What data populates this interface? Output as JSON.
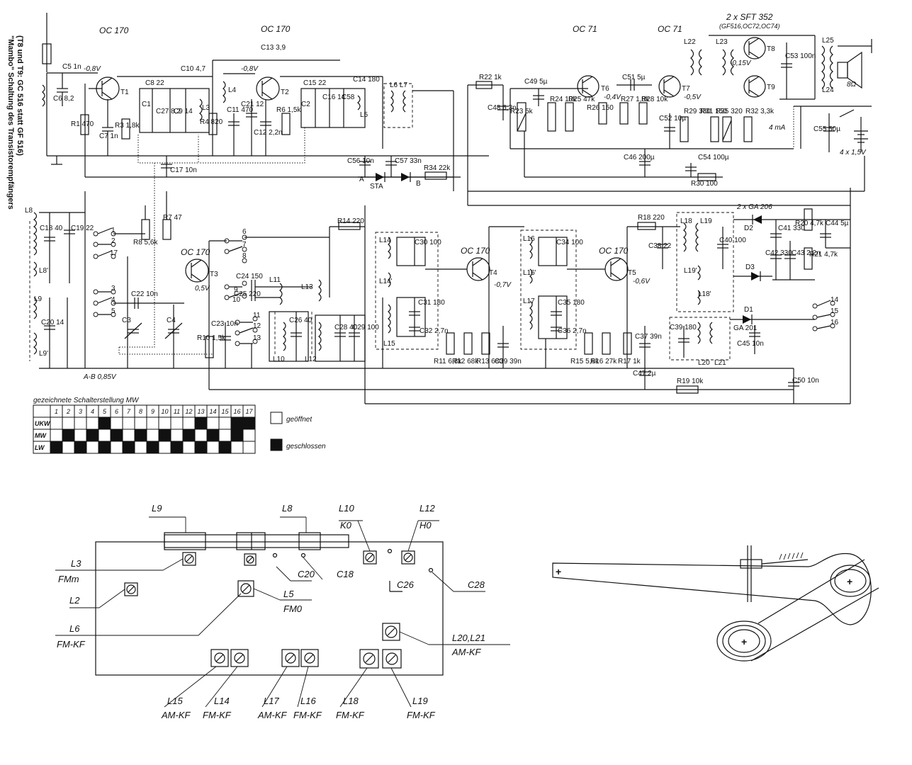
{
  "side_title": {
    "line1": "\"Mambo\" Schaltung des Transistorempfängers",
    "line2": "(T8 und T9: GC 516 statt GF 516)"
  },
  "schematic": {
    "transistor_types": {
      "t1": "OC 170",
      "t2": "OC 170",
      "t3": "OC 170",
      "t4": "OC 170",
      "t5": "OC 170",
      "t6": "OC 71",
      "t7": "OC 71",
      "output": "2 x SFT 352",
      "output_alt": "(GF516,OC72,OC74)"
    },
    "transistors": [
      "T1",
      "T2",
      "T3",
      "T4",
      "T5",
      "T6",
      "T7",
      "T8",
      "T9"
    ],
    "voltages": [
      "-0,8V",
      "-0,8V",
      "-0,4V",
      "-0,5V",
      "-0,15V",
      "0,5V",
      "-0,7V",
      "-0,6V",
      "A-B  0,85V",
      "4 mA"
    ],
    "diodes_label": "2 x GA 206",
    "diode_names": [
      "STA",
      "D1",
      "D2",
      "D3",
      "GA 201"
    ],
    "battery": "4 x 1,5V",
    "speaker": "8Ω",
    "points": [
      "A",
      "B"
    ],
    "components": [
      "C5 1n",
      "C6 8,2",
      "R1 470",
      "C7 1n",
      "R3 1,8k",
      "C8 22",
      "C1",
      "C27 8,2",
      "C9 14",
      "L3",
      "R4 820",
      "C10 4,7",
      "L4",
      "C13 3,9",
      "C11 470",
      "C21 12",
      "C12 2,2n",
      "R6 1,5k",
      "C15 22",
      "C2",
      "C16 14",
      "C58",
      "L5",
      "C14 180",
      "L6 L7",
      "C17 10n",
      "C56 10n",
      "C57 33n",
      "R34 22k",
      "R22 1k",
      "C48 6,3n",
      "C49 5µ",
      "R23 5k",
      "R24 10k",
      "R25 47k",
      "R26 150",
      "C51 5µ",
      "R27 1,8k",
      "R28 10k",
      "C52 10µ",
      "R29 330",
      "R31 150",
      "R35 320",
      "R32 3,3k",
      "C46 200µ",
      "C54 100µ",
      "R30 100",
      "C53 100n",
      "L22",
      "L23",
      "L25",
      "L24",
      "C55 50µ",
      "C18 40",
      "C19 22",
      "L8",
      "L8'",
      "L9",
      "C20 14",
      "L9'",
      "R8 5,6k",
      "R7 47",
      "C22 10n",
      "C3",
      "C4",
      "R10 1,5k",
      "C23 10n",
      "C24 150",
      "C25 220",
      "L11",
      "C26 40",
      "L13",
      "C28 40",
      "C29 100",
      "L10",
      "L12",
      "R14 220",
      "L14",
      "C30 100",
      "L14'",
      "C31 180",
      "C32 2,7n",
      "L15",
      "R11 6,8k",
      "R12 68k",
      "R13 680",
      "C39 39n",
      "L16",
      "C34 100",
      "L16'",
      "L17",
      "C35 180",
      "C36 2,7n",
      "R15 5,6k",
      "R16 27k",
      "R17 1k",
      "C37 39n",
      "C47 2µ",
      "R19 10k",
      "R18 220",
      "C38 22",
      "L18",
      "L19",
      "C40 100",
      "L19'",
      "L18'",
      "C41 330",
      "C42 330",
      "C43 2,2n",
      "R20 4,7k",
      "R21 4,7k",
      "C44 5µ",
      "C45 10n",
      "C39 180",
      "L20",
      "L21",
      "C50 10n"
    ],
    "switch_numbers": [
      "1",
      "2",
      "17",
      "3",
      "4",
      "5",
      "6",
      "7",
      "8",
      "9",
      "10",
      "11",
      "12",
      "13",
      "14",
      "15",
      "16"
    ]
  },
  "switch_table": {
    "title": "gezeichnete Schalterstellung MW",
    "columns": [
      "1",
      "2",
      "3",
      "4",
      "5",
      "6",
      "7",
      "8",
      "9",
      "10",
      "11",
      "12",
      "13",
      "14",
      "15",
      "16",
      "17"
    ],
    "rows": [
      {
        "label": "UKW",
        "closed": [
          5,
          13,
          16,
          17
        ]
      },
      {
        "label": "MW",
        "closed": [
          2,
          4,
          6,
          8,
          10,
          12,
          14,
          16
        ]
      },
      {
        "label": "LW",
        "closed": [
          1,
          3,
          5,
          7,
          9,
          11,
          13,
          15
        ]
      }
    ],
    "legend": {
      "open": "geöffnet",
      "closed": "geschlossen"
    }
  },
  "board_layout": {
    "labels": [
      {
        "name": "L9"
      },
      {
        "name": "L8"
      },
      {
        "name": "L10",
        "sub": "K0"
      },
      {
        "name": "L12",
        "sub": "H0"
      },
      {
        "name": "L3",
        "sub": "FMm"
      },
      {
        "name": "L2"
      },
      {
        "name": "C20"
      },
      {
        "name": "C18"
      },
      {
        "name": "C26"
      },
      {
        "name": "C28"
      },
      {
        "name": "L5",
        "sub": "FM0"
      },
      {
        "name": "L6",
        "sub": "FM-KF"
      },
      {
        "name": "L20,L21",
        "sub": "AM-KF"
      },
      {
        "name": "L15",
        "sub": "AM-KF"
      },
      {
        "name": "L14",
        "sub": "FM-KF"
      },
      {
        "name": "L17",
        "sub": "AM-KF"
      },
      {
        "name": "L16",
        "sub": "FM-KF"
      },
      {
        "name": "L18",
        "sub": "FM-KF"
      },
      {
        "name": "L19",
        "sub": "FM-KF"
      }
    ]
  },
  "dial_drive": {
    "marks": [
      "+",
      "+",
      "+"
    ]
  }
}
